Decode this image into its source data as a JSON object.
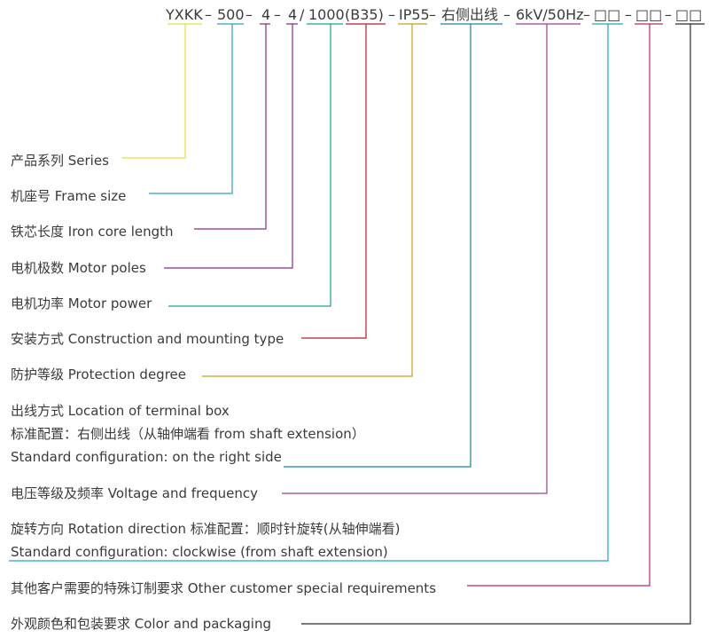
{
  "code": {
    "prefix": "YXKK",
    "dash1": "–",
    "frame": "500",
    "dash2": "–",
    "iron": "4",
    "dash3": "–",
    "poles": "4",
    "slash": "/",
    "power": "1000",
    "mount": "(B35)",
    "dash4": "–",
    "protect": "IP55",
    "dash5": "–",
    "terminal": "右侧出线",
    "dash6": "–",
    "voltage": "6kV/50Hz",
    "dash7": "–",
    "rotation": "□□",
    "dash8": "–",
    "special": "□□",
    "dash9": "–",
    "color": "□□"
  },
  "labels": {
    "series": "产品系列 Series",
    "frame": "机座号   Frame size",
    "iron": "铁芯长度 Iron core length",
    "poles": "电机极数 Motor poles",
    "power": "电机功率 Motor power",
    "mount": "安装方式 Construction and mounting type",
    "protect": "防护等级 Protection degree",
    "terminal_1": "出线方式 Location of terminal box",
    "terminal_2": "标准配置：右侧出线（从轴伸端看 from shaft extension）",
    "terminal_3": "Standard configuration: on the right side",
    "voltage": "电压等级及频率 Voltage and frequency",
    "rotation_1": "旋转方向 Rotation direction 标准配置：顺时针旋转(从轴伸端看)",
    "rotation_2": "Standard configuration: clockwise (from shaft extension)",
    "special": "其他客户需要的特殊订制要求 Other customer special requirements",
    "color": "外观颜色和包装要求 Color and packaging"
  },
  "colors": {
    "series": "#e6e03c",
    "frame": "#2a9fc2",
    "iron": "#8b2a82",
    "poles": "#8b2a82",
    "power": "#1aa38a",
    "mount": "#b02030",
    "protect": "#c4a020",
    "terminal": "#1f7fa6",
    "voltage": "#9a3a96",
    "rotation": "#21a3b8",
    "special": "#b8286e",
    "color": "#2b2b2b"
  }
}
